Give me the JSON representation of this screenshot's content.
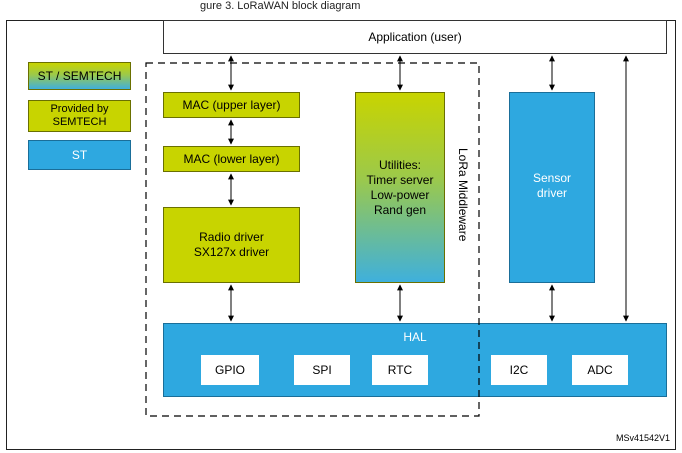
{
  "header": {
    "partial_title": "gure 3. LoRaWAN block diagram"
  },
  "application": {
    "label": "Application (user)"
  },
  "legend": {
    "items": [
      {
        "label": "ST / SEMTECH"
      },
      {
        "label": "Provided by\nSEMTECH"
      },
      {
        "label": "ST"
      }
    ]
  },
  "blocks": {
    "mac_upper": "MAC (upper layer)",
    "mac_lower": "MAC (lower layer)",
    "radio_driver": "Radio driver\nSX127x driver",
    "utilities": "Utilities:\nTimer server\nLow-power\nRand gen",
    "sensor_driver": "Sensor\ndriver"
  },
  "middleware": {
    "label": "LoRa Middleware"
  },
  "hal": {
    "label": "HAL",
    "peripherals": [
      "GPIO",
      "SPI",
      "RTC",
      "I2C",
      "ADC"
    ]
  },
  "figure_ref": "MSv41542V1",
  "colors": {
    "st_semtech_gradient_top": "#c8d400",
    "st_semtech_gradient_bottom": "#3fb0dc",
    "semtech_green": "#c8d400",
    "st_blue": "#2ea8e0"
  }
}
